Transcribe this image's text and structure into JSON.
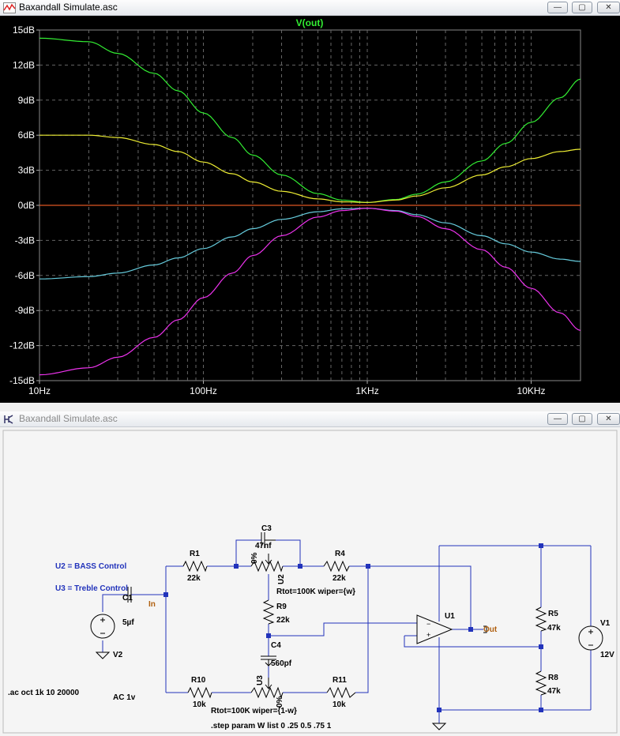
{
  "plot_window": {
    "title": "Baxandall Simulate.asc",
    "trace_title": "V(out)",
    "buttons": {
      "minimize": "—",
      "maximize": "▢",
      "close": "✕"
    }
  },
  "schematic_window": {
    "title": "Baxandall Simulate.asc",
    "buttons": {
      "minimize": "—",
      "maximize": "▢",
      "close": "✕"
    }
  },
  "chart_data": {
    "type": "line",
    "title": "V(out)",
    "xscale": "log",
    "xlim": [
      10,
      20000
    ],
    "ylim": [
      -15,
      15
    ],
    "ylabel": "",
    "xlabel": "",
    "grid": true,
    "background": "#000000",
    "yticks": [
      {
        "v": 15,
        "label": "15dB"
      },
      {
        "v": 12,
        "label": "12dB"
      },
      {
        "v": 9,
        "label": "9dB"
      },
      {
        "v": 6,
        "label": "6dB"
      },
      {
        "v": 3,
        "label": "3dB"
      },
      {
        "v": 0,
        "label": "0dB"
      },
      {
        "v": -3,
        "label": "-3dB"
      },
      {
        "v": -6,
        "label": "-6dB"
      },
      {
        "v": -9,
        "label": "-9dB"
      },
      {
        "v": -12,
        "label": "-12dB"
      },
      {
        "v": -15,
        "label": "-15dB"
      }
    ],
    "xticks": [
      {
        "v": 10,
        "label": "10Hz"
      },
      {
        "v": 100,
        "label": "100Hz"
      },
      {
        "v": 1000,
        "label": "1KHz"
      },
      {
        "v": 10000,
        "label": "10KHz"
      }
    ],
    "series": [
      {
        "color": "#33ee33",
        "x": [
          10,
          20,
          30,
          50,
          70,
          100,
          150,
          200,
          300,
          500,
          700,
          1000,
          1500,
          2000,
          3000,
          5000,
          7000,
          10000,
          15000,
          20000
        ],
        "y": [
          14.3,
          14.0,
          13.0,
          11.3,
          9.8,
          7.9,
          5.8,
          4.3,
          2.6,
          1.0,
          0.45,
          0.25,
          0.5,
          0.95,
          2.0,
          3.8,
          5.3,
          7.1,
          9.2,
          10.8
        ]
      },
      {
        "color": "#eeee33",
        "x": [
          10,
          20,
          30,
          50,
          70,
          100,
          150,
          200,
          300,
          500,
          700,
          1000,
          1500,
          2000,
          3000,
          5000,
          7000,
          10000,
          15000,
          20000
        ],
        "y": [
          6.0,
          6.0,
          5.8,
          5.2,
          4.6,
          3.7,
          2.7,
          2.0,
          1.2,
          0.55,
          0.3,
          0.25,
          0.45,
          0.8,
          1.5,
          2.6,
          3.3,
          4.0,
          4.6,
          4.8
        ]
      },
      {
        "color": "#dd5522",
        "x": [
          10,
          20000
        ],
        "y": [
          0,
          0
        ]
      },
      {
        "color": "#66ccdd",
        "x": [
          10,
          20,
          30,
          50,
          70,
          100,
          150,
          200,
          300,
          500,
          700,
          1000,
          1500,
          2000,
          3000,
          5000,
          7000,
          10000,
          15000,
          20000
        ],
        "y": [
          -6.3,
          -6.1,
          -5.8,
          -5.1,
          -4.5,
          -3.7,
          -2.7,
          -2.0,
          -1.2,
          -0.55,
          -0.3,
          -0.25,
          -0.45,
          -0.8,
          -1.5,
          -2.6,
          -3.3,
          -4.0,
          -4.6,
          -4.8
        ]
      },
      {
        "color": "#ee33ee",
        "x": [
          10,
          20,
          30,
          50,
          70,
          100,
          150,
          200,
          300,
          500,
          700,
          1000,
          1500,
          2000,
          3000,
          5000,
          7000,
          10000,
          15000,
          20000
        ],
        "y": [
          -14.5,
          -13.9,
          -13.0,
          -11.3,
          -9.8,
          -7.9,
          -5.8,
          -4.3,
          -2.6,
          -1.0,
          -0.45,
          -0.25,
          -0.5,
          -0.95,
          -2.0,
          -3.8,
          -5.3,
          -7.1,
          -9.2,
          -10.7
        ]
      }
    ]
  },
  "schematic": {
    "notes": {
      "bass": "U2 = BASS Control",
      "treble": "U3 = Treble Control",
      "ac": ".ac oct 1k 10 20000",
      "step": ".step param W list 0 .25 0.5 .75 1"
    },
    "components": {
      "c1_name": "C1",
      "c1_value": "5µf",
      "r1_name": "R1",
      "r1_value": "22k",
      "c3_name": "C3",
      "c3_value": "47nf",
      "u2_name": "U2",
      "u2_pct": "0%",
      "u2_param": "Rtot=100K wiper={w}",
      "r4_name": "R4",
      "r4_value": "22k",
      "r9_name": "R9",
      "r9_value": "22k",
      "c4_name": "C4",
      "c4_value": "560pf",
      "r10_name": "R10",
      "r10_value": "10k",
      "u3_name": "U3",
      "u3_pct": "0%",
      "u3_param": "Rtot=100K wiper={1-w}",
      "r11_name": "R11",
      "r11_value": "10k",
      "u1_name": "U1",
      "r5_name": "R5",
      "r5_value": "47k",
      "r8_name": "R8",
      "r8_value": "47k",
      "v1_name": "V1",
      "v1_value": "12V",
      "v2_name": "V2",
      "v2_value": "AC 1v"
    },
    "nets": {
      "in": "In",
      "out": "Out"
    }
  }
}
